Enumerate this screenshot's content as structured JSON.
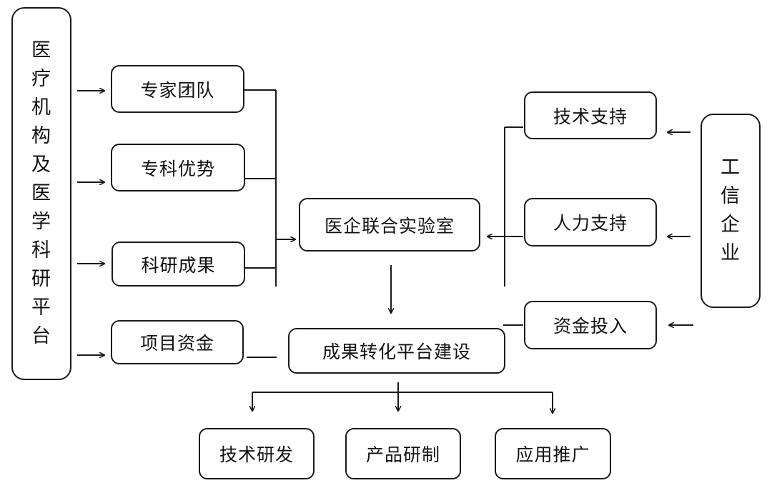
{
  "nodes": {
    "medical": [
      "医",
      "疗",
      "机",
      "构",
      "及",
      "医",
      "学",
      "科",
      "研",
      "平",
      "台"
    ],
    "industry": [
      "工",
      "信",
      "企",
      "业"
    ],
    "expert_team": "专家团队",
    "specialty_advantage": "专科优势",
    "research_results": "科研成果",
    "project_funding": "项目资金",
    "joint_lab": "医企联合实验室",
    "transformation_platform": "成果转化平台建设",
    "tech_support": "技术支持",
    "hr_support": "人力支持",
    "capital_investment": "资金投入",
    "tech_rnd": "技术研发",
    "product_rnd": "产品研制",
    "promotion": "应用推广"
  },
  "colors": {
    "stroke": "#1a1a1a",
    "text": "#111111",
    "background": "#ffffff"
  }
}
